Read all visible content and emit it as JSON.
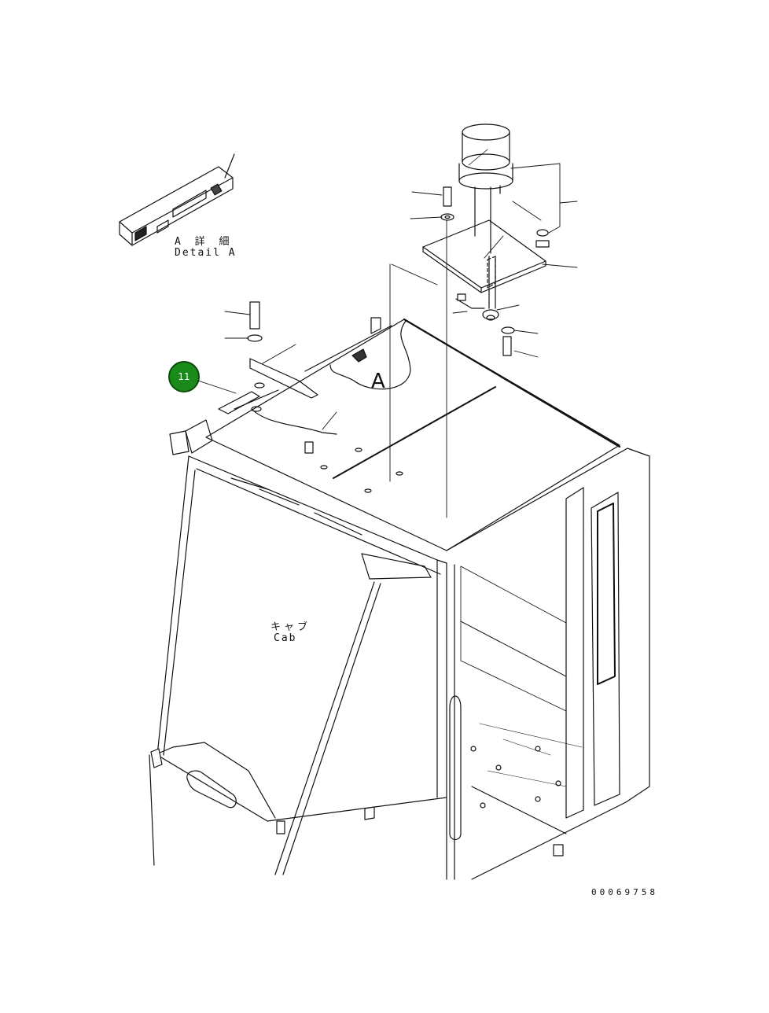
{
  "detail_label": {
    "jp": "A 詳 細",
    "en": "Detail A"
  },
  "cab_label": {
    "jp": "キャブ",
    "en": "Cab"
  },
  "view_letter": "A",
  "callout": {
    "number": "11",
    "color": "#1a8a1a"
  },
  "drawing_number": "00069758"
}
